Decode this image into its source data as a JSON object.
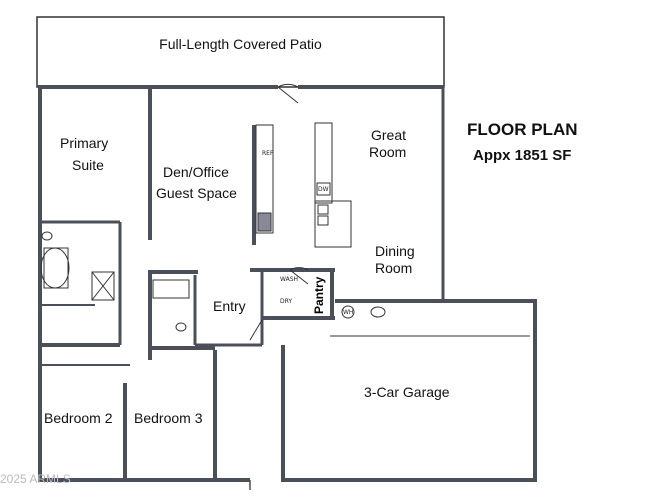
{
  "title": {
    "line1": "FLOOR PLAN",
    "line2": "Appx 1851 SF"
  },
  "rooms": {
    "patio": "Full-Length Covered Patio",
    "primary_1": "Primary",
    "primary_2": "Suite",
    "den_1": "Den/Office",
    "den_2": "Guest Space",
    "great_1": "Great",
    "great_2": "Room",
    "dining_1": "Dining",
    "dining_2": "Room",
    "entry": "Entry",
    "pantry": "Pantry",
    "garage": "3-Car Garage",
    "bedroom2": "Bedroom 2",
    "bedroom3": "Bedroom 3"
  },
  "fixtures": {
    "ref": "REF",
    "dw": "DW",
    "wash": "WASH",
    "dry": "DRY",
    "wh": "WH"
  },
  "watermark": "2025 ARMLS",
  "colors": {
    "wall": "#4a4f5a",
    "wall_alt": "#5d6b60"
  }
}
